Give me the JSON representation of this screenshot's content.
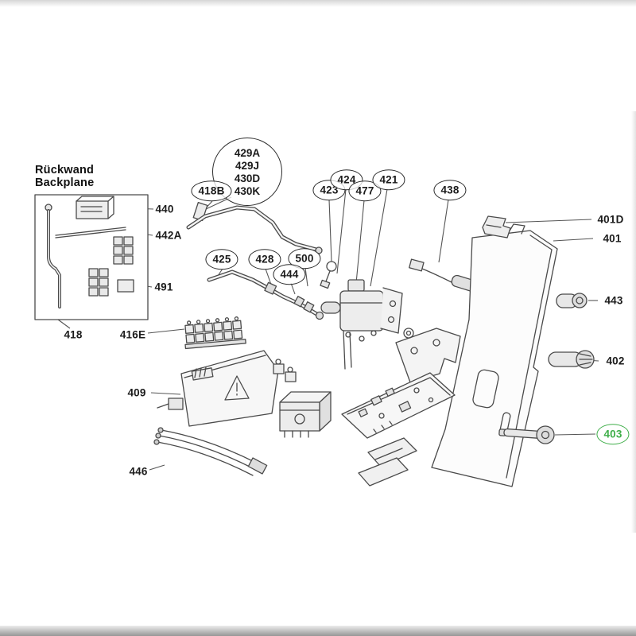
{
  "diagram": {
    "title": {
      "line1": "Rückwand",
      "line2": "Backplane"
    },
    "colors": {
      "line": "#4a4a4a",
      "leader": "#555555",
      "highlight": "#3fae49"
    },
    "callout_stack": [
      "429A",
      "429J",
      "430D",
      "430K"
    ],
    "callouts": {
      "c440": "440",
      "c442A": "442A",
      "c491": "491",
      "c418": "418",
      "c418B": "418B",
      "c423": "423",
      "c424": "424",
      "c477": "477",
      "c421": "421",
      "c438": "438",
      "c425": "425",
      "c428": "428",
      "c500": "500",
      "c444": "444",
      "c416E": "416E",
      "c409": "409",
      "c446": "446",
      "c401D": "401D",
      "c401": "401",
      "c443": "443",
      "c402": "402",
      "c403": "403"
    }
  }
}
